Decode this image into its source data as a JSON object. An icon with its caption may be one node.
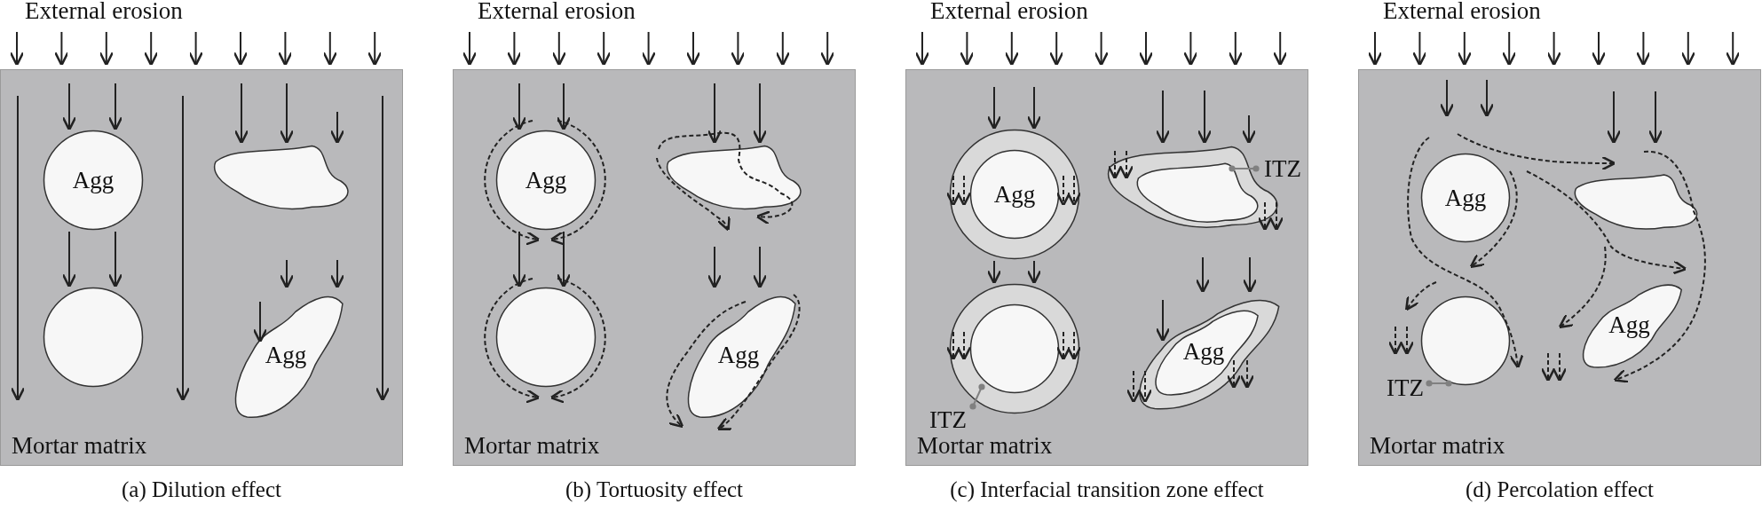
{
  "diagram": {
    "nodes": [
      {
        "text": [
          "Mortar matrix"
        ],
        "beside": [
          "External erosion",
          "(a) Dilution effect"
        ]
      },
      {
        "text": [
          "Agg"
        ],
        "in": 0
      },
      {
        "text": [],
        "shape": "circle",
        "in": 0
      },
      {
        "text": [],
        "shape": "blob",
        "in": 0
      },
      {
        "text": [
          "Agg"
        ],
        "in": 0
      },
      {
        "text": [
          "Mortar matrix"
        ],
        "beside": [
          "External erosion",
          "(b) Tortuosity effect"
        ]
      },
      {
        "text": [
          "Agg"
        ],
        "in": 5
      },
      {
        "text": [],
        "shape": "circle",
        "in": 5
      },
      {
        "text": [],
        "shape": "blob",
        "in": 5
      },
      {
        "text": [
          "Agg"
        ],
        "in": 5
      },
      {
        "text": [
          "Mortar matrix"
        ],
        "beside": [
          "External erosion",
          "(c) Interfacial transition zone effect"
        ]
      },
      {
        "text": [],
        "shape": "ring",
        "in": 10
      },
      {
        "text": [
          "Agg"
        ],
        "in": 11
      },
      {
        "text": [],
        "shape": "ring",
        "in": 10
      },
      {
        "text": [],
        "shape": "circle",
        "in": 13
      },
      {
        "text": [],
        "shape": "ring",
        "in": 10
      },
      {
        "text": [],
        "shape": "blob",
        "in": 15
      },
      {
        "text": [],
        "shape": "ring",
        "in": 10
      },
      {
        "text": [
          "Agg"
        ],
        "in": 17
      },
      {
        "text": [
          "ITZ"
        ],
        "in": 10
      },
      {
        "text": [
          "ITZ"
        ],
        "in": 10
      },
      {
        "text": [
          "Mortar matrix"
        ],
        "beside": [
          "External erosion",
          "(d) Percolation effect"
        ]
      },
      {
        "text": [],
        "shape": "blob",
        "in": 21
      },
      {
        "text": [
          "Agg"
        ],
        "in": 22
      },
      {
        "text": [],
        "shape": "circle",
        "in": 22
      },
      {
        "text": [],
        "shape": "blob",
        "in": 22
      },
      {
        "text": [
          "Agg"
        ],
        "in": 22
      },
      {
        "text": [
          "ITZ"
        ],
        "in": 21
      }
    ],
    "edges": [
      {
        "from": 19,
        "to": 15,
        "arrow": "other",
        "color": "#808080"
      },
      {
        "from": 20,
        "to": 13,
        "arrow": "other",
        "color": "#808080"
      },
      {
        "from": 27,
        "to": 22,
        "arrow": "other",
        "color": "#808080"
      },
      {
        "from": null,
        "to": 1,
        "arrow": "to"
      },
      {
        "from": null,
        "to": 1,
        "arrow": "to"
      },
      {
        "from": 1,
        "to": 2,
        "arrow": "to"
      },
      {
        "from": 1,
        "to": 2,
        "arrow": "to"
      },
      {
        "from": null,
        "to": 3,
        "arrow": "to"
      },
      {
        "from": null,
        "to": 3,
        "arrow": "to"
      },
      {
        "from": null,
        "to": 3,
        "arrow": "to"
      },
      {
        "from": null,
        "to": 4,
        "arrow": "to"
      },
      {
        "from": null,
        "to": 4,
        "arrow": "to"
      },
      {
        "from": null,
        "to": 4,
        "arrow": "to"
      },
      {
        "from": null,
        "to": 6,
        "arrow": "to"
      },
      {
        "from": null,
        "to": 6,
        "arrow": "to"
      },
      {
        "from": 6,
        "to": 7,
        "arrow": "to"
      },
      {
        "from": 6,
        "to": 7,
        "arrow": "to"
      },
      {
        "from": null,
        "to": 8,
        "arrow": "to"
      },
      {
        "from": null,
        "to": 8,
        "arrow": "to"
      },
      {
        "from": null,
        "to": 9,
        "arrow": "to"
      },
      {
        "from": null,
        "to": 9,
        "arrow": "to"
      },
      {
        "from": null,
        "to": 6,
        "arrow": "to",
        "style": "dashed"
      },
      {
        "from": null,
        "to": 6,
        "arrow": "to",
        "style": "dashed"
      },
      {
        "from": null,
        "to": 7,
        "arrow": "to",
        "style": "dashed"
      },
      {
        "from": null,
        "to": 7,
        "arrow": "to",
        "style": "dashed"
      },
      {
        "from": null,
        "to": 8,
        "arrow": "to",
        "style": "dashed"
      },
      {
        "from": null,
        "to": 8,
        "arrow": "to",
        "style": "dashed"
      },
      {
        "from": null,
        "to": 9,
        "arrow": "to",
        "style": "dashed"
      },
      {
        "from": null,
        "to": 9,
        "arrow": "to",
        "style": "dashed"
      },
      {
        "from": null,
        "to": 11,
        "arrow": "to"
      },
      {
        "from": null,
        "to": 11,
        "arrow": "to"
      },
      {
        "from": 11,
        "to": 13,
        "arrow": "to"
      },
      {
        "from": 11,
        "to": 13,
        "arrow": "to"
      },
      {
        "from": null,
        "to": 15,
        "arrow": "to"
      },
      {
        "from": null,
        "to": 15,
        "arrow": "to"
      },
      {
        "from": null,
        "to": 15,
        "arrow": "to"
      },
      {
        "from": null,
        "to": 17,
        "arrow": "to"
      },
      {
        "from": null,
        "to": 17,
        "arrow": "to"
      },
      {
        "from": null,
        "to": 17,
        "arrow": "to"
      },
      {
        "from": null,
        "to": 22,
        "arrow": "to"
      },
      {
        "from": null,
        "to": 22,
        "arrow": "to"
      },
      {
        "from": null,
        "to": 22,
        "arrow": "to"
      },
      {
        "from": null,
        "to": 22,
        "arrow": "to"
      },
      {
        "from": null,
        "to": 22,
        "arrow": "to",
        "style": "dashed"
      },
      {
        "from": null,
        "to": 22,
        "arrow": "to",
        "style": "dashed"
      },
      {
        "from": 23,
        "to": 22,
        "arrow": "to",
        "style": "dashed"
      },
      {
        "from": null,
        "to": 22,
        "arrow": "to",
        "style": "dashed"
      },
      {
        "from": null,
        "to": 22,
        "arrow": "to",
        "style": "dashed"
      },
      {
        "from": null,
        "to": 22,
        "arrow": "to",
        "style": "dashed"
      },
      {
        "from": null,
        "to": 22,
        "arrow": "to",
        "style": "dashed"
      },
      {
        "from": null,
        "to": 12,
        "arrow": "to",
        "style": "dashed"
      },
      {
        "from": null,
        "to": 12,
        "arrow": "to",
        "style": "dashed"
      },
      {
        "from": null,
        "to": 12,
        "arrow": "to",
        "style": "dashed"
      },
      {
        "from": null,
        "to": 12,
        "arrow": "to",
        "style": "dashed"
      },
      {
        "from": null,
        "to": 14,
        "arrow": "to",
        "style": "dashed"
      },
      {
        "from": null,
        "to": 14,
        "arrow": "to",
        "style": "dashed"
      },
      {
        "from": null,
        "to": 14,
        "arrow": "to",
        "style": "dashed"
      },
      {
        "from": null,
        "to": 14,
        "arrow": "to",
        "style": "dashed"
      },
      {
        "from": null,
        "to": 16,
        "arrow": "to",
        "style": "dashed"
      },
      {
        "from": null,
        "to": 16,
        "arrow": "to",
        "style": "dashed"
      },
      {
        "from": null,
        "to": 16,
        "arrow": "to",
        "style": "dashed"
      },
      {
        "from": null,
        "to": 16,
        "arrow": "to",
        "style": "dashed"
      },
      {
        "from": null,
        "to": 18,
        "arrow": "to",
        "style": "dashed"
      },
      {
        "from": null,
        "to": 18,
        "arrow": "to",
        "style": "dashed"
      },
      {
        "from": null,
        "to": 18,
        "arrow": "to",
        "style": "dashed"
      },
      {
        "from": null,
        "to": 18,
        "arrow": "to",
        "style": "dashed"
      },
      {
        "from": null,
        "to": 22,
        "arrow": "to",
        "style": "dashed"
      },
      {
        "from": null,
        "to": 22,
        "arrow": "to",
        "style": "dashed"
      },
      {
        "from": null,
        "to": 22,
        "arrow": "to",
        "style": "dashed"
      },
      {
        "from": null,
        "to": 22,
        "arrow": "to",
        "style": "dashed"
      }
    ]
  }
}
